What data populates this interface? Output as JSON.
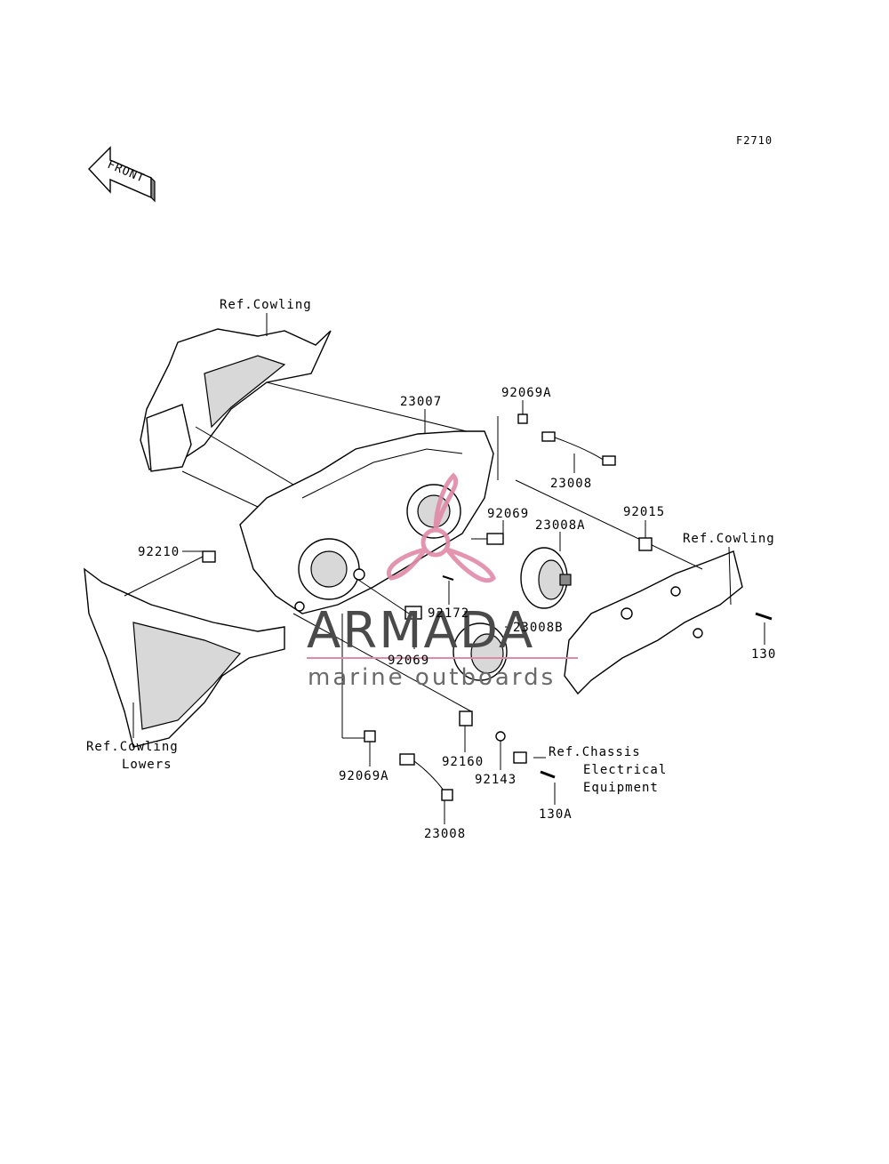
{
  "diagram_code": "F2710",
  "front_arrow": {
    "text": "FRONT",
    "icon": "front-arrow-icon"
  },
  "references": {
    "cowling_top": "Ref.Cowling",
    "cowling_right": "Ref.Cowling",
    "cowling_lowers_1": "Ref.Cowling",
    "cowling_lowers_2": "Lowers",
    "chassis_1": "Ref.Chassis",
    "chassis_2": "Electrical",
    "chassis_3": "Equipment"
  },
  "parts": {
    "p23007": "23007",
    "p92069A_top": "92069A",
    "p23008_top": "23008",
    "p92069_top": "92069",
    "p23008A": "23008A",
    "p92015": "92015",
    "p92210": "92210",
    "p92172": "92172",
    "p23008B": "23008B",
    "p92069_mid": "92069",
    "p130": "130",
    "p92160": "92160",
    "p92143": "92143",
    "p130A": "130A",
    "p92069A_bottom": "92069A",
    "p23008_bottom": "23008"
  },
  "watermark": {
    "title": "ARMADA",
    "subtitle": "marine outboards",
    "accent": "#e08aa8",
    "logo_icon": "propeller-logo-icon"
  }
}
